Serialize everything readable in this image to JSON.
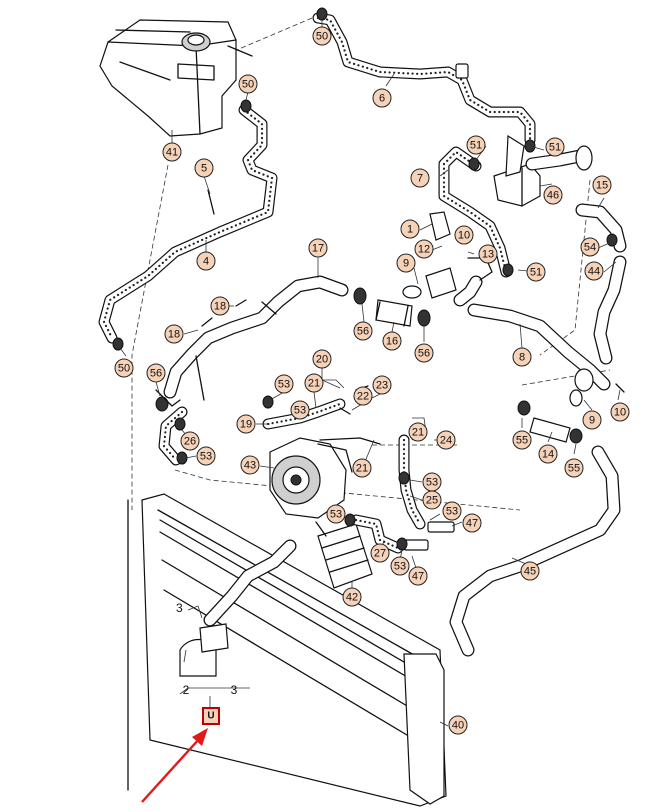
{
  "diagram": {
    "callouts": [
      {
        "id": "c50a",
        "label": "50"
      },
      {
        "id": "c6",
        "label": "6"
      },
      {
        "id": "c50b",
        "label": "50"
      },
      {
        "id": "c41",
        "label": "41"
      },
      {
        "id": "c51a",
        "label": "51"
      },
      {
        "id": "c51b",
        "label": "51"
      },
      {
        "id": "c7",
        "label": "7"
      },
      {
        "id": "c46",
        "label": "46"
      },
      {
        "id": "c5",
        "label": "5"
      },
      {
        "id": "c15",
        "label": "15"
      },
      {
        "id": "c4",
        "label": "4"
      },
      {
        "id": "c1",
        "label": "1"
      },
      {
        "id": "c12",
        "label": "12"
      },
      {
        "id": "c10a",
        "label": "10"
      },
      {
        "id": "c13",
        "label": "13"
      },
      {
        "id": "c54",
        "label": "54"
      },
      {
        "id": "c17",
        "label": "17"
      },
      {
        "id": "c9a",
        "label": "9"
      },
      {
        "id": "c51c",
        "label": "51"
      },
      {
        "id": "c44",
        "label": "44"
      },
      {
        "id": "c18a",
        "label": "18"
      },
      {
        "id": "c18b",
        "label": "18"
      },
      {
        "id": "c56a",
        "label": "56"
      },
      {
        "id": "c16",
        "label": "16"
      },
      {
        "id": "c56b",
        "label": "56"
      },
      {
        "id": "c8",
        "label": "8"
      },
      {
        "id": "c50c",
        "label": "50"
      },
      {
        "id": "c20",
        "label": "20"
      },
      {
        "id": "c56c",
        "label": "56"
      },
      {
        "id": "c53a",
        "label": "53"
      },
      {
        "id": "c21a",
        "label": "21"
      },
      {
        "id": "c23",
        "label": "23"
      },
      {
        "id": "c22",
        "label": "22"
      },
      {
        "id": "c9b",
        "label": "9"
      },
      {
        "id": "c10b",
        "label": "10"
      },
      {
        "id": "c53b",
        "label": "53"
      },
      {
        "id": "c19",
        "label": "19"
      },
      {
        "id": "c26",
        "label": "26"
      },
      {
        "id": "c21b",
        "label": "21"
      },
      {
        "id": "c24",
        "label": "24"
      },
      {
        "id": "c55a",
        "label": "55"
      },
      {
        "id": "c14",
        "label": "14"
      },
      {
        "id": "c55b",
        "label": "55"
      },
      {
        "id": "c53c",
        "label": "53"
      },
      {
        "id": "c43",
        "label": "43"
      },
      {
        "id": "c21c",
        "label": "21"
      },
      {
        "id": "c53d",
        "label": "53"
      },
      {
        "id": "c25",
        "label": "25"
      },
      {
        "id": "c53e",
        "label": "53"
      },
      {
        "id": "c53f",
        "label": "53"
      },
      {
        "id": "c47a",
        "label": "47"
      },
      {
        "id": "c27",
        "label": "27"
      },
      {
        "id": "c53g",
        "label": "53"
      },
      {
        "id": "c47b",
        "label": "47"
      },
      {
        "id": "c42",
        "label": "42"
      },
      {
        "id": "c45",
        "label": "45"
      },
      {
        "id": "c3a",
        "label": "3"
      },
      {
        "id": "c2",
        "label": "2"
      },
      {
        "id": "c3b",
        "label": "3"
      },
      {
        "id": "c40",
        "label": "40"
      }
    ],
    "plain_labels": [
      {
        "id": "p3",
        "label": "3"
      },
      {
        "id": "p2",
        "label": "2"
      },
      {
        "id": "p3b",
        "label": "3"
      }
    ],
    "highlight_box": {
      "label": "U"
    },
    "colors": {
      "callout_fill": "#f6d2b8",
      "arrow": "#e01919",
      "line": "#111111"
    }
  }
}
